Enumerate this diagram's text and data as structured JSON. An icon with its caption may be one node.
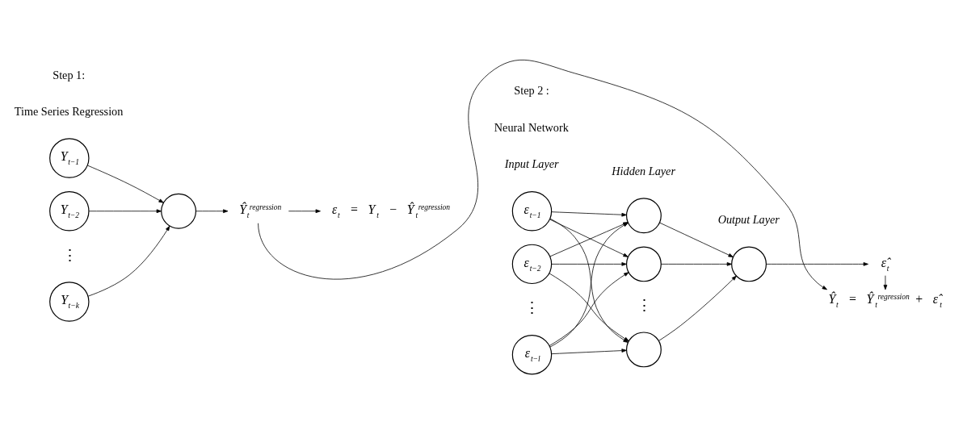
{
  "diagram": {
    "nodes": [
      {
        "text": [
          "Y$_{t−1}$"
        ]
      },
      {
        "text": [
          "Y$_{t−2}$"
        ]
      },
      {
        "text": [
          "Y$_{t−k}$"
        ]
      },
      {
        "text": [],
        "shape": "circle"
      },
      {
        "text": [
          "Ŷ$_{t}$$^{regression}$"
        ]
      },
      {
        "text": [
          "ε$_{t}$ = Y$_{t}$ − Ŷ$_{t}$$^{regression}$"
        ]
      },
      {
        "text": [
          "ε$_{t−1}$"
        ]
      },
      {
        "text": [
          "ε$_{t−2}$"
        ]
      },
      {
        "text": [
          "ε$_{t−l}$"
        ]
      },
      {
        "text": [],
        "shape": "circle"
      },
      {
        "text": [],
        "shape": "circle"
      },
      {
        "text": [],
        "shape": "circle"
      },
      {
        "text": [],
        "shape": "circle"
      },
      {
        "text": [
          "ε̂$_{t}$"
        ]
      },
      {
        "text": [
          "Ŷ$_{t}$ = Ŷ$_{t}$$^{regression}$ + ε̂$_{t}$"
        ]
      }
    ],
    "edges": [
      {
        "from": 0,
        "to": 3,
        "arrow": "to"
      },
      {
        "from": 1,
        "to": 3,
        "arrow": "to"
      },
      {
        "from": 2,
        "to": 3,
        "arrow": "to"
      },
      {
        "from": 3,
        "to": 4,
        "arrow": "to"
      },
      {
        "from": 4,
        "to": 5,
        "arrow": "to"
      },
      {
        "from": 6,
        "to": 9,
        "arrow": "to"
      },
      {
        "from": 6,
        "to": 10,
        "arrow": "to"
      },
      {
        "from": 6,
        "to": 11,
        "arrow": "to"
      },
      {
        "from": 7,
        "to": 9,
        "arrow": "to"
      },
      {
        "from": 7,
        "to": 10,
        "arrow": "to"
      },
      {
        "from": 7,
        "to": 11,
        "arrow": "to"
      },
      {
        "from": 8,
        "to": 9,
        "arrow": "to"
      },
      {
        "from": 8,
        "to": 10,
        "arrow": "to"
      },
      {
        "from": 8,
        "to": 11,
        "arrow": "to"
      },
      {
        "from": 9,
        "to": 12,
        "arrow": "to"
      },
      {
        "from": 10,
        "to": 12,
        "arrow": "to"
      },
      {
        "from": 11,
        "to": 12,
        "arrow": "to"
      },
      {
        "from": 12,
        "to": 13,
        "arrow": "to"
      },
      {
        "from": 13,
        "to": 14,
        "arrow": "to"
      },
      {
        "from": 4,
        "to": 14,
        "arrow": "to"
      }
    ],
    "labels": [
      "Step 1:",
      "Time Series Regression",
      "Step 2 :",
      "Neural Network",
      "Input Layer",
      "Hidden Layer",
      "Output Layer",
      "⋮",
      "⋮",
      "⋮"
    ]
  }
}
